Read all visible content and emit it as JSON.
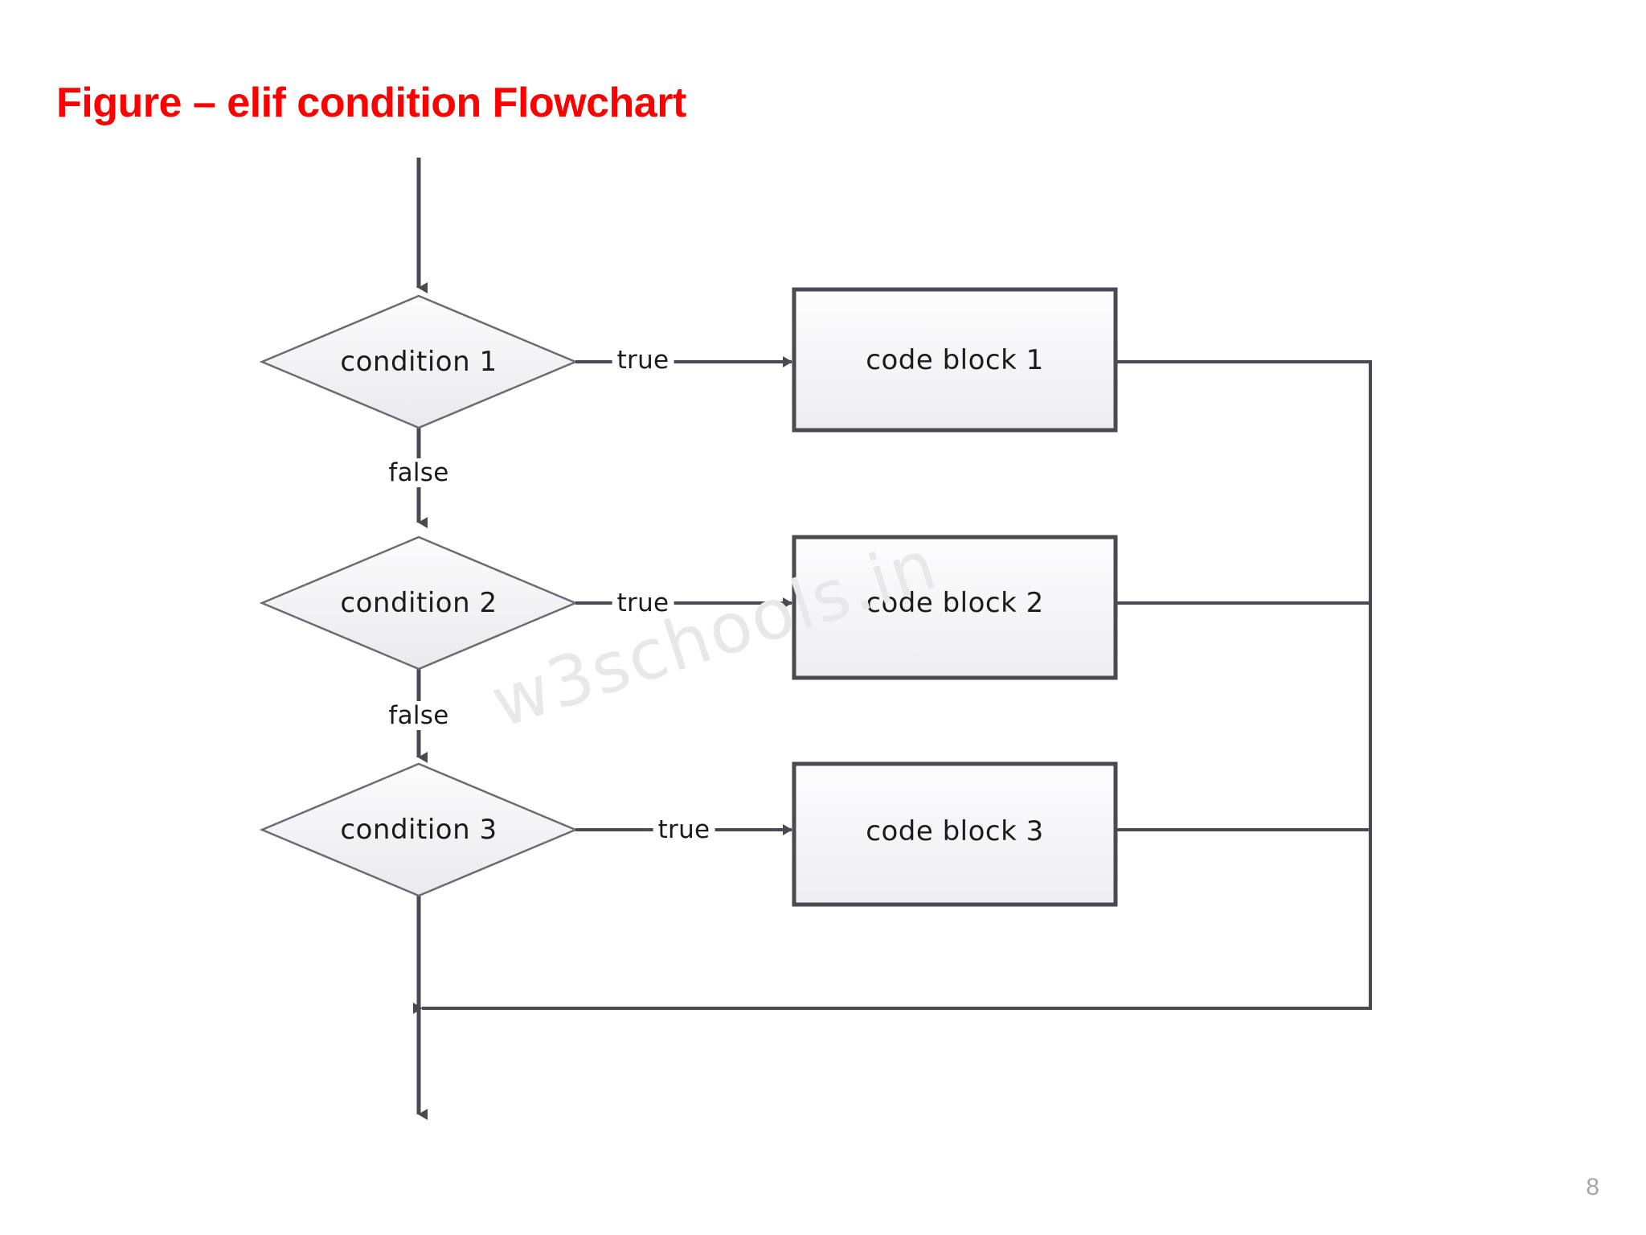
{
  "slide": {
    "title": "Figure – elif condition Flowchart",
    "title_color": "#FE0000",
    "background": "#FFFFFF",
    "page_number": "8",
    "watermark": "w3schools.in"
  },
  "chart_data": {
    "type": "flowchart",
    "title": "Figure – elif condition Flowchart",
    "orientation": "top-to-bottom",
    "nodes": [
      {
        "id": "start",
        "shape": "line",
        "label": ""
      },
      {
        "id": "cond1",
        "shape": "diamond",
        "label": "condition 1"
      },
      {
        "id": "cond2",
        "shape": "diamond",
        "label": "condition 2"
      },
      {
        "id": "cond3",
        "shape": "diamond",
        "label": "condition 3"
      },
      {
        "id": "block1",
        "shape": "rectangle",
        "label": "code block 1"
      },
      {
        "id": "block2",
        "shape": "rectangle",
        "label": "code block 2"
      },
      {
        "id": "block3",
        "shape": "rectangle",
        "label": "code block 3"
      },
      {
        "id": "merge",
        "shape": "junction",
        "label": ""
      },
      {
        "id": "end",
        "shape": "arrow",
        "label": ""
      }
    ],
    "edges": [
      {
        "from": "start",
        "to": "cond1",
        "label": ""
      },
      {
        "from": "cond1",
        "to": "block1",
        "label": "true"
      },
      {
        "from": "cond1",
        "to": "cond2",
        "label": "false"
      },
      {
        "from": "cond2",
        "to": "block2",
        "label": "true"
      },
      {
        "from": "cond2",
        "to": "cond3",
        "label": "false"
      },
      {
        "from": "cond3",
        "to": "block3",
        "label": "true"
      },
      {
        "from": "cond3",
        "to": "merge",
        "label": ""
      },
      {
        "from": "block1",
        "to": "merge",
        "label": ""
      },
      {
        "from": "block2",
        "to": "merge",
        "label": ""
      },
      {
        "from": "block3",
        "to": "merge",
        "label": ""
      },
      {
        "from": "merge",
        "to": "end",
        "label": ""
      }
    ],
    "colors": {
      "node_stroke": "#4a4a52",
      "diamond_stroke": "#6b6b76",
      "node_fill": "#f5f5f7",
      "edge_stroke": "#4a4a52",
      "text": "#1B1B1B",
      "watermark": "#E8E8EA",
      "page_number": "#A6A6A6"
    }
  },
  "conditions": [
    {
      "label": "condition 1",
      "true_label": "true",
      "false_label": "false"
    },
    {
      "label": "condition 2",
      "true_label": "true",
      "false_label": "false"
    },
    {
      "label": "condition 3",
      "true_label": "true",
      "false_label": ""
    }
  ],
  "blocks": [
    {
      "label": "code block 1"
    },
    {
      "label": "code block 2"
    },
    {
      "label": "code block 3"
    }
  ]
}
